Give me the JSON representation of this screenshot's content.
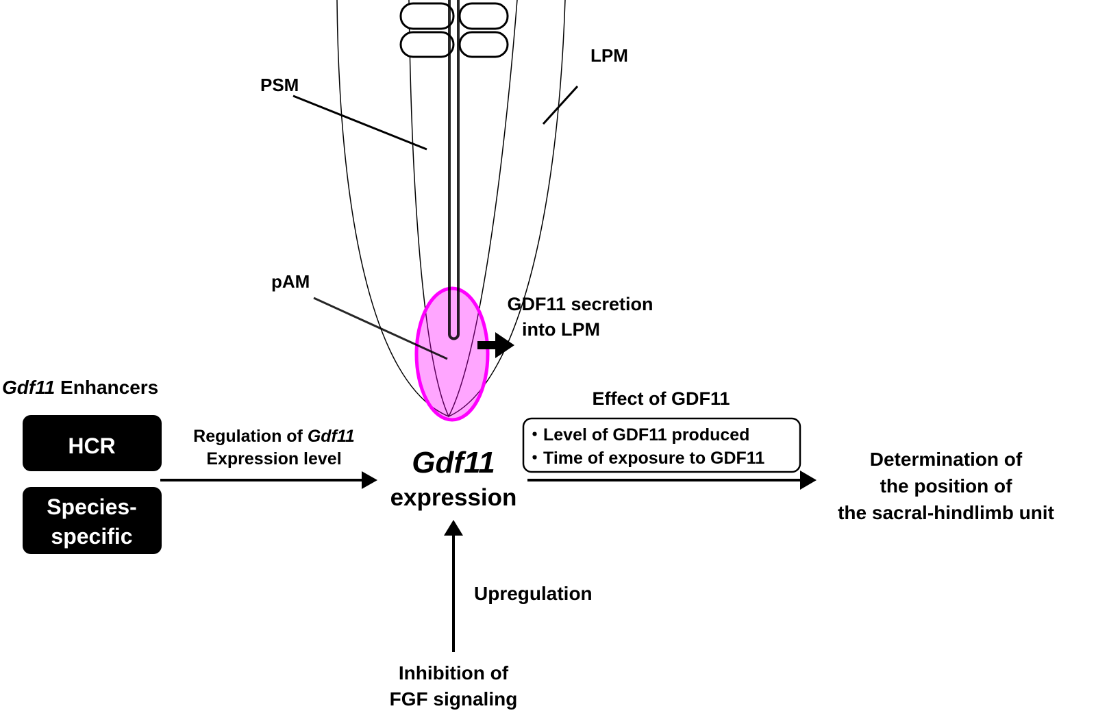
{
  "labels": {
    "psm": "PSM",
    "lpm": "LPM",
    "pam": "pAM",
    "secretion_line1": "GDF11 secretion",
    "secretion_line2": "into LPM"
  },
  "enhancers": {
    "title_italic": "Gdf11",
    "title_rest": " Enhancers",
    "hcr": "HCR",
    "species_line1": "Species-",
    "species_line2": "specific"
  },
  "regulation": {
    "line1_prefix": "Regulation of ",
    "line1_italic": "Gdf11",
    "line2": "Expression level"
  },
  "center": {
    "gene": "Gdf11",
    "expression": "expression"
  },
  "effect": {
    "title": "Effect of GDF11",
    "items": [
      "・Level of GDF11 produced",
      "・Time of exposure to GDF11"
    ]
  },
  "outcome": {
    "line1": "Determination of",
    "line2": "the position of",
    "line3": "the sacral-hindlimb unit"
  },
  "upregulation": "Upregulation",
  "inhibition": {
    "line1": "Inhibition of",
    "line2": "FGF signaling"
  },
  "colors": {
    "pam_fill": "#ffa6ff",
    "pam_stroke": "#ff00ff"
  }
}
